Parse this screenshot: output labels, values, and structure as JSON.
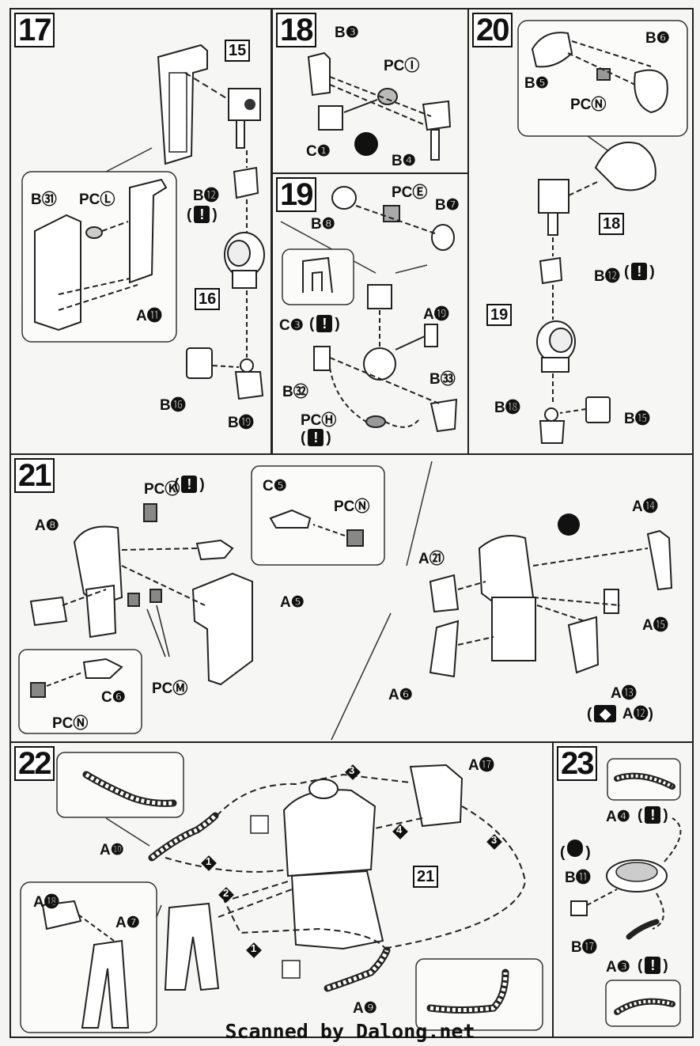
{
  "steps": {
    "s17": {
      "number": "17",
      "ref_top": "15",
      "ref_mid": "16",
      "labels": {
        "b31": "B㉛",
        "pcl": "PCⓁ",
        "a11": "A⓫",
        "b12": "B⓬",
        "b16": "B⓰",
        "b19": "B⓳"
      }
    },
    "s18": {
      "number": "18",
      "labels": {
        "b3": "B❸",
        "pci": "PCⒾ",
        "c1": "C❶",
        "b4": "B❹"
      }
    },
    "s19": {
      "number": "19",
      "labels": {
        "b8": "B❽",
        "pce": "PCⒺ",
        "b7": "B❼",
        "c3": "C❸",
        "a19": "A⓳",
        "b32": "B㉜",
        "b33": "B㉝",
        "pch": "PCⒽ"
      }
    },
    "s20": {
      "number": "20",
      "ref_18": "18",
      "ref_19": "19",
      "labels": {
        "b6": "B❻",
        "b5": "B❺",
        "pcn": "PCⓃ",
        "b12": "B⓬",
        "b18": "B⓲",
        "b15": "B⓯"
      }
    },
    "s21": {
      "number": "21",
      "labels": {
        "pck": "PCⓀ",
        "c5": "C❺",
        "pcn": "PCⓃ",
        "a8": "A❽",
        "a5": "A❺",
        "c6": "C❻",
        "pcn2": "PCⓃ",
        "pcm": "PCⓂ",
        "a14": "A⓮",
        "a21": "A㉑",
        "a15": "A⓯",
        "a6": "A❻",
        "a13": "A⓭",
        "a12": "A⓬"
      }
    },
    "s22": {
      "number": "22",
      "ref_21": "21",
      "labels": {
        "a17": "A⓱",
        "a10": "A❿",
        "a18": "A⓲",
        "a7": "A❼",
        "a9": "A❾"
      },
      "order": [
        "3",
        "4",
        "1",
        "2",
        "1",
        "3"
      ]
    },
    "s23": {
      "number": "23",
      "labels": {
        "a4": "A❹",
        "b11": "B⓫",
        "b17": "B⓱",
        "a3": "A❸"
      }
    }
  },
  "warn_symbol": "!",
  "credit": "Scanned by Dalong.net"
}
